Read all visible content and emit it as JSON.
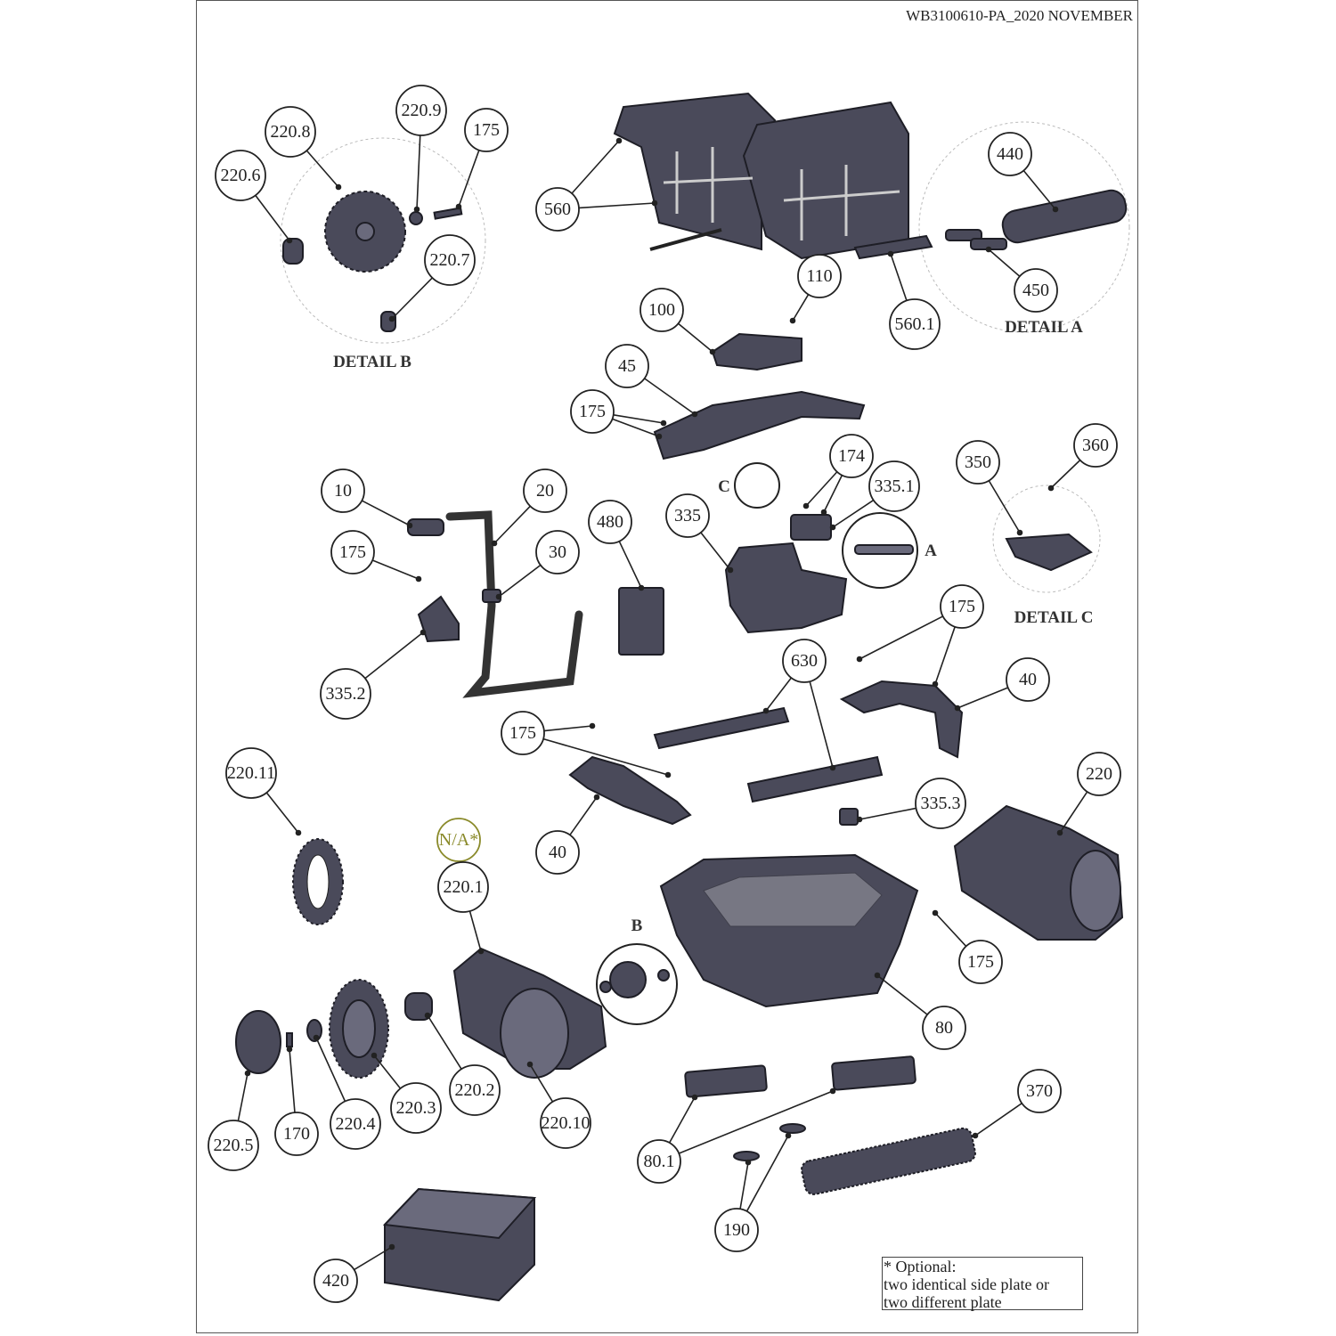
{
  "document_id": "WB3100610-PA_2020 NOVEMBER",
  "detail_labels": {
    "detail_b": "DETAIL B",
    "detail_a": "DETAIL A",
    "detail_c": "DETAIL C",
    "marker_a": "A",
    "marker_b": "B",
    "marker_c": "C"
  },
  "callouts": [
    "220.8",
    "220.9",
    "175",
    "220.6",
    "220.7",
    "560",
    "440",
    "450",
    "560.1",
    "110",
    "100",
    "45",
    "175",
    "174",
    "335.1",
    "350",
    "360",
    "10",
    "20",
    "30",
    "175",
    "480",
    "335",
    "335.2",
    "175",
    "40",
    "630",
    "175",
    "220.11",
    "40",
    "335.3",
    "220",
    "N/A*",
    "220.1",
    "175",
    "80",
    "220.2",
    "220.10",
    "370",
    "220.3",
    "220.4",
    "170",
    "220.5",
    "80.1",
    "190",
    "420"
  ],
  "note": {
    "line1": "* Optional:",
    "line2": "two identical side plate or",
    "line3": "two different plate"
  },
  "colors": {
    "part": "#4a4a5a",
    "optional_callout": "#8a8a2a",
    "line": "#222222"
  }
}
